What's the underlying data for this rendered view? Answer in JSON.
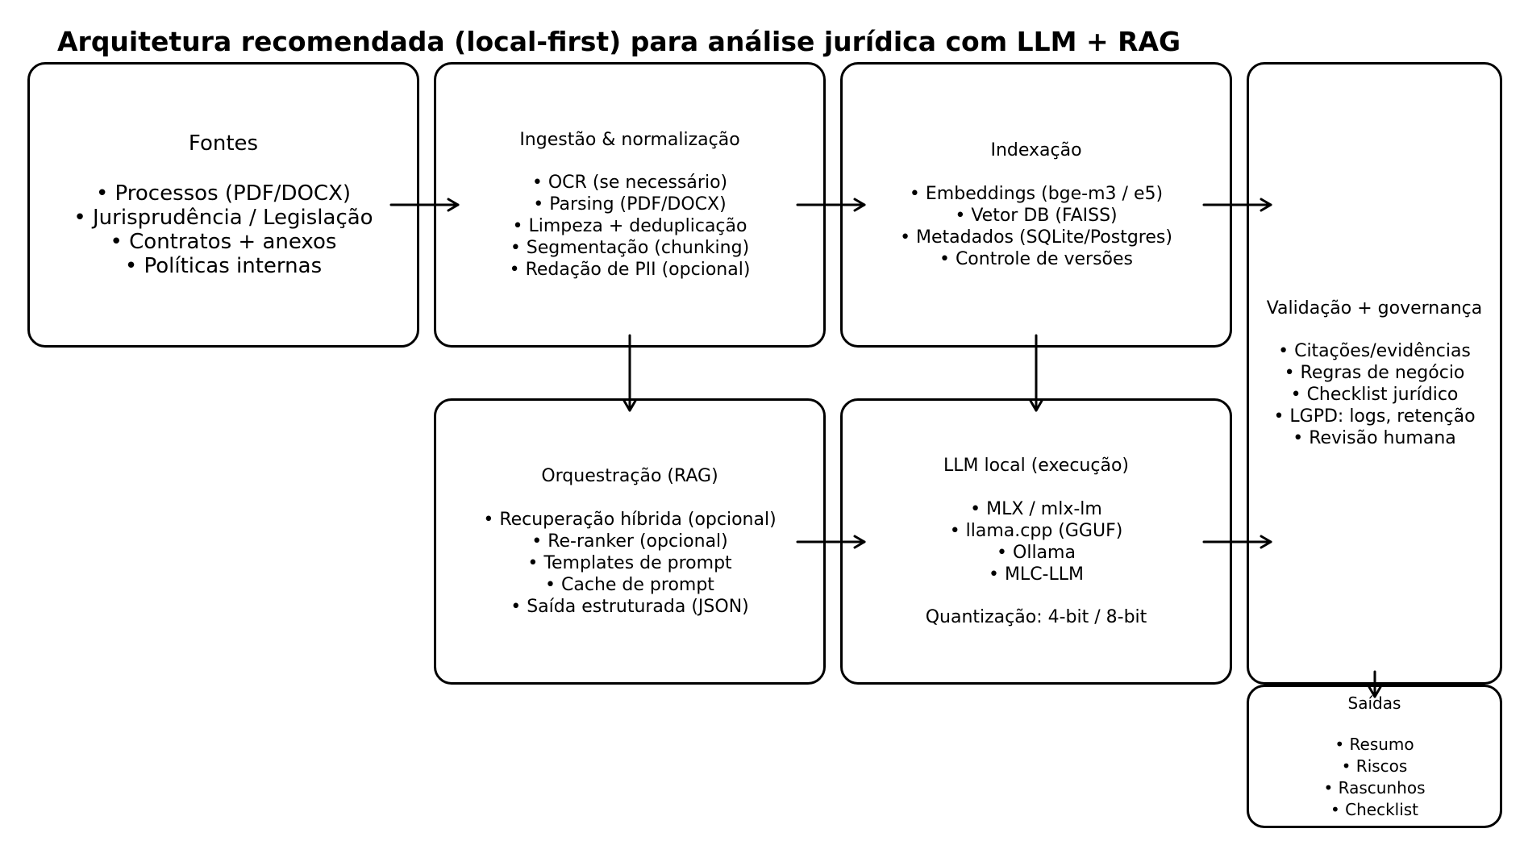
{
  "title": "Arquitetura recomendada (local-first) para análise jurídica com LLM + RAG",
  "boxes": {
    "fontes": {
      "heading": "Fontes",
      "items": [
        "• Processos (PDF/DOCX)",
        "• Jurisprudência / Legislação",
        "• Contratos + anexos",
        "• Políticas internas"
      ]
    },
    "ingestao": {
      "heading": "Ingestão & normalização",
      "items": [
        "• OCR (se necessário)",
        "• Parsing (PDF/DOCX)",
        "• Limpeza + deduplicação",
        "• Segmentação (chunking)",
        "• Redação de PII (opcional)"
      ]
    },
    "indexacao": {
      "heading": "Indexação",
      "items": [
        "• Embeddings (bge-m3 / e5)",
        "• Vetor DB (FAISS)",
        "• Metadados (SQLite/Postgres)",
        "• Controle de versões"
      ]
    },
    "validacao": {
      "heading": "Validação + governança",
      "items": [
        "• Citações/evidências",
        "• Regras de negócio",
        "• Checklist jurídico",
        "• LGPD: logs, retenção",
        "• Revisão humana"
      ]
    },
    "orquestracao": {
      "heading": "Orquestração (RAG)",
      "items": [
        "• Recuperação híbrida (opcional)",
        "• Re-ranker (opcional)",
        "• Templates de prompt",
        "• Cache de prompt",
        "• Saída estruturada (JSON)"
      ]
    },
    "llm": {
      "heading": "LLM local (execução)",
      "items": [
        "• MLX / mlx-lm",
        "• llama.cpp (GGUF)",
        "• Ollama",
        "• MLC-LLM"
      ],
      "footer": "Quantização: 4-bit / 8-bit"
    },
    "saidas": {
      "heading": "Saídas",
      "items": [
        "• Resumo",
        "• Riscos",
        "• Rascunhos",
        "• Checklist"
      ]
    }
  }
}
